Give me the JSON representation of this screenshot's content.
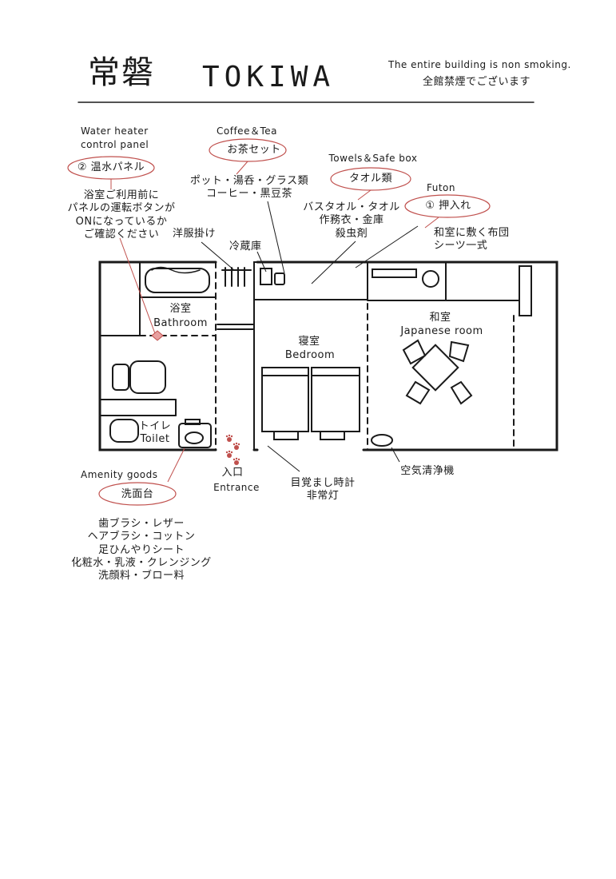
{
  "header": {
    "title_jp": "常磐",
    "title_en": "TOKIWA",
    "notice_en": "The entire building is non smoking.",
    "notice_jp": "全館禁煙でございます"
  },
  "labels": {
    "water_heater_en_1": "Water heater",
    "water_heater_en_2": "control panel",
    "water_heater_jp": "② 温水パネル",
    "water_heater_note": [
      "浴室ご利用前に",
      "パネルの運転ボタンが",
      "ONになっているか",
      "ご確認ください"
    ],
    "coffee_en": "Coffee＆Tea",
    "coffee_jp": "お茶セット",
    "coffee_items": [
      "ポット・湯呑・グラス類",
      "コーヒー・黒豆茶"
    ],
    "towels_en": "Towels＆Safe box",
    "towels_jp": "タオル類",
    "towels_items": [
      "バスタオル・タオル",
      "作務衣・金庫",
      "殺虫剤"
    ],
    "futon_en": "Futon",
    "futon_jp": "① 押入れ",
    "futon_items": [
      "和室に敷く布団",
      "シーツ一式"
    ],
    "hanger": "洋服掛け",
    "fridge": "冷蔵庫",
    "bathroom_jp": "浴室",
    "bathroom_en": "Bathroom",
    "bedroom_jp": "寝室",
    "bedroom_en": "Bedroom",
    "japanese_room_jp": "和室",
    "japanese_room_en": "Japanese room",
    "toilet_jp": "トイレ",
    "toilet_en": "Toilet",
    "entrance_jp": "入口",
    "entrance_en": "Entrance",
    "alarm_items": [
      "目覚まし時計",
      "非常灯"
    ],
    "air_purifier": "空気清浄機",
    "amenity_en": "Amenity goods",
    "amenity_jp": "洗面台",
    "amenity_items": [
      "歯ブラシ・レザー",
      "ヘアブラシ・コットン",
      "足ひんやりシート",
      "化粧水・乳液・クレンジング",
      "洗顔料・ブロー料"
    ]
  },
  "colors": {
    "ink": "#1a1a1a",
    "accent": "#c0504d",
    "panel_marker": "#e8a0a0"
  }
}
